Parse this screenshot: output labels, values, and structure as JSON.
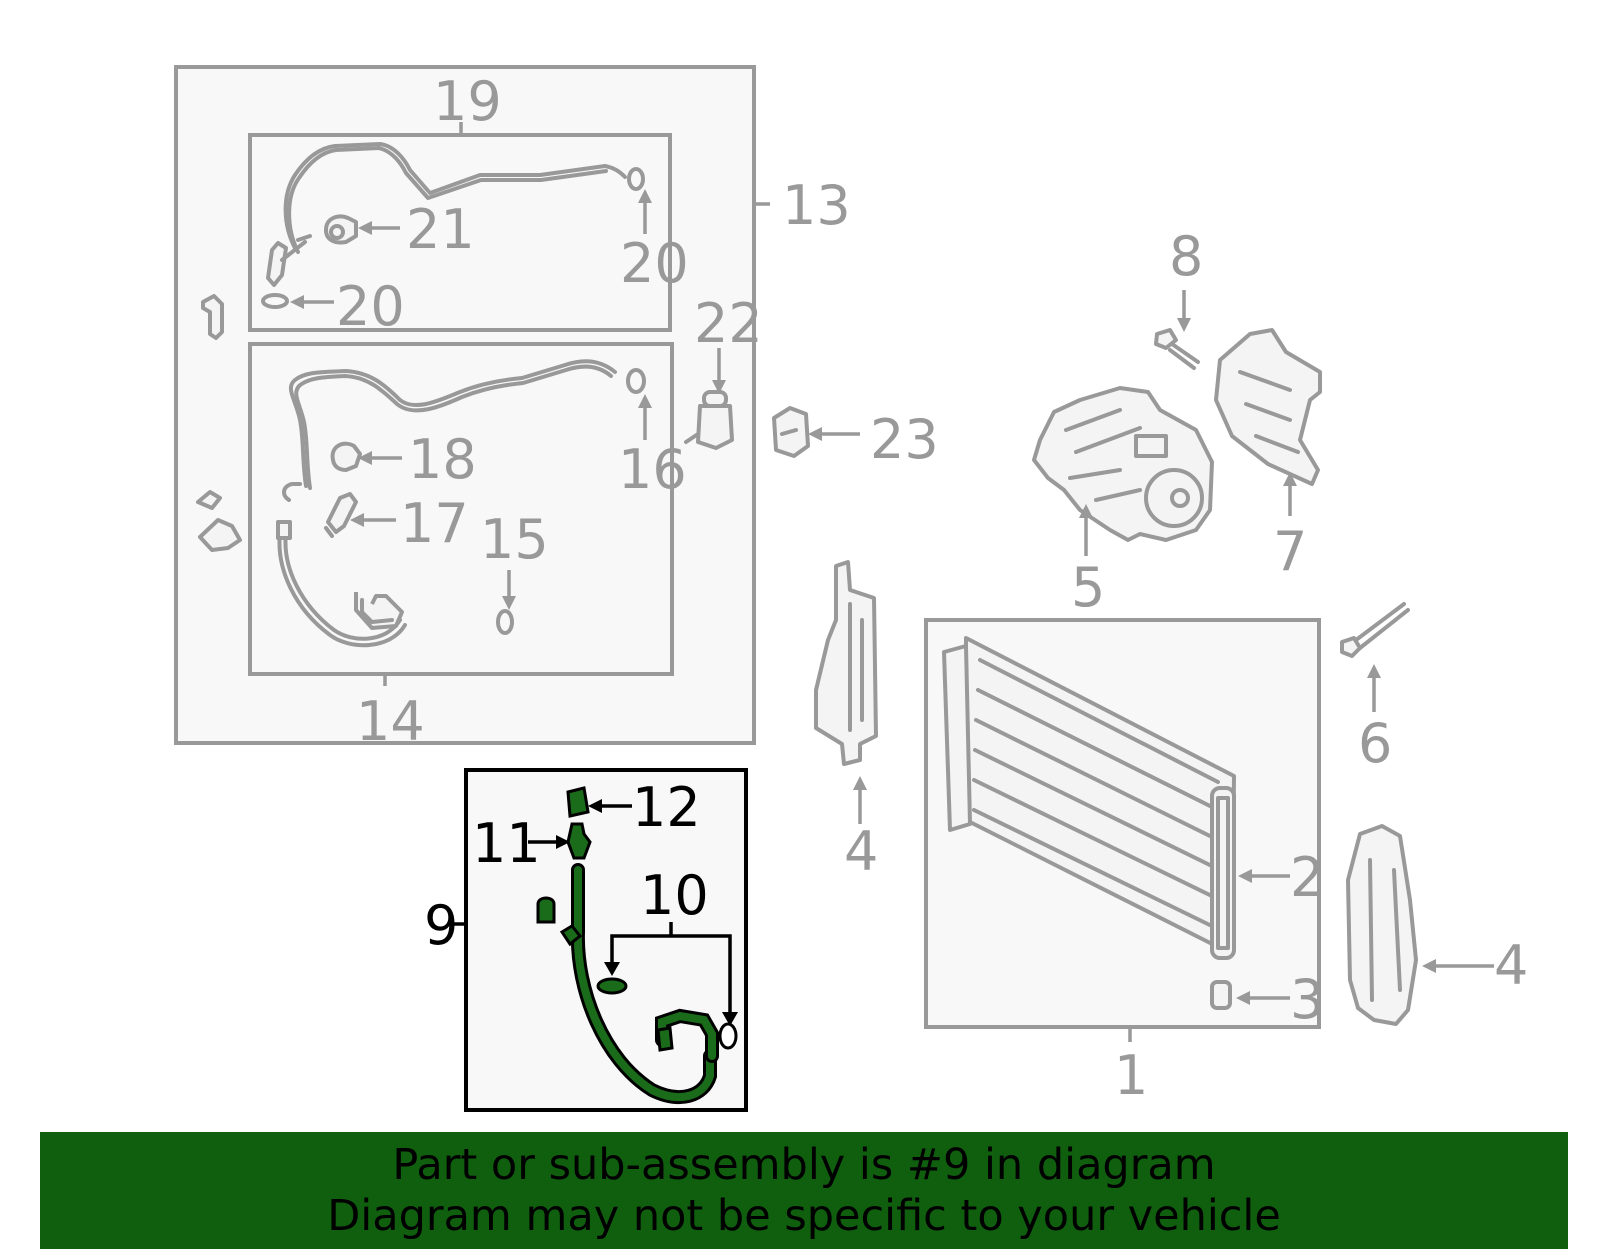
{
  "callouts": {
    "c1": "1",
    "c2": "2",
    "c3": "3",
    "c4a": "4",
    "c4b": "4",
    "c5": "5",
    "c6": "6",
    "c7": "7",
    "c8": "8",
    "c9": "9",
    "c10": "10",
    "c11": "11",
    "c12": "12",
    "c13": "13",
    "c14": "14",
    "c15": "15",
    "c16": "16",
    "c17": "17",
    "c18": "18",
    "c19": "19",
    "c20a": "20",
    "c20b": "20",
    "c21": "21",
    "c22": "22",
    "c23": "23"
  },
  "banner": {
    "line1": "Part or sub-assembly is #9 in diagram",
    "line2": "Diagram may not be specific to your vehicle",
    "background": "#0f5f0f"
  },
  "colors": {
    "part_lines": "#999999",
    "highlight_fill": "#1a6b1a",
    "highlight_outline": "#000000"
  }
}
